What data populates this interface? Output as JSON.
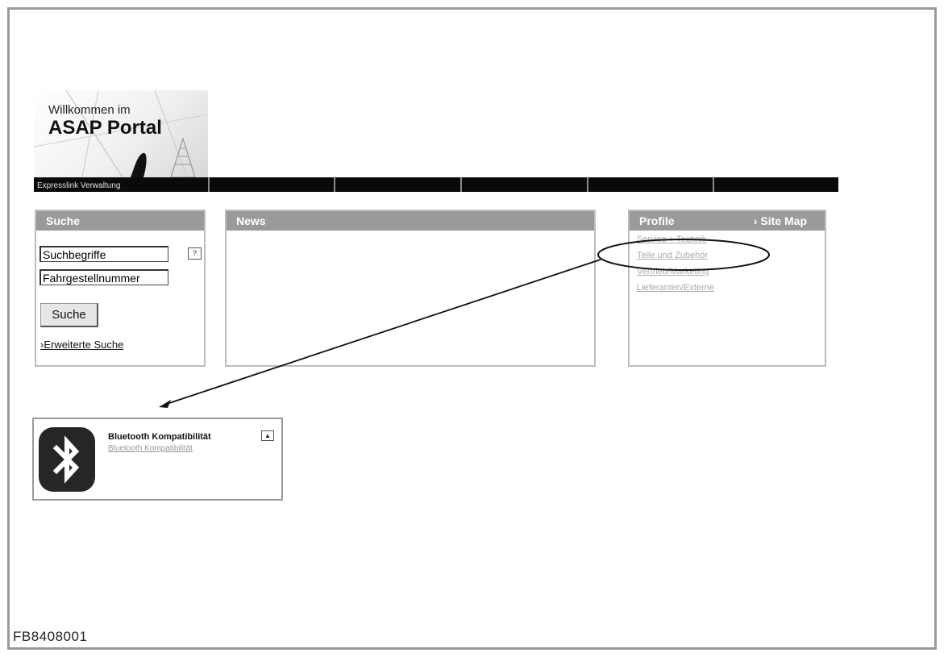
{
  "banner": {
    "line1": "Willkommen im",
    "line2": "ASAP Portal"
  },
  "navbar": {
    "items": [
      "Expresslink Verwaltung",
      "",
      "",
      "",
      "",
      ""
    ]
  },
  "search": {
    "title": "Suche",
    "field1_value": "Suchbegriffe",
    "field2_value": "Fahrgestellnummer",
    "help_label": "?",
    "button_label": "Suche",
    "advanced_link": "›Erweiterte Suche"
  },
  "news": {
    "title": "News"
  },
  "profile": {
    "title": "Profile",
    "sitemap": "› Site Map",
    "links": [
      "Service + Technik",
      "Teile und Zubehör",
      "Vertrieb/Marketing",
      "Lieferanten/Externe"
    ]
  },
  "bluetooth": {
    "title": "Bluetooth Kompatibilität",
    "subtitle": "Bluetooth Kompatibilität",
    "collapse": "▲"
  },
  "figure_code": "FB8408001",
  "colors": {
    "navbar": "#0a0a0a",
    "panel_header": "#9a9a9a",
    "frame": "#9a9a9a"
  }
}
